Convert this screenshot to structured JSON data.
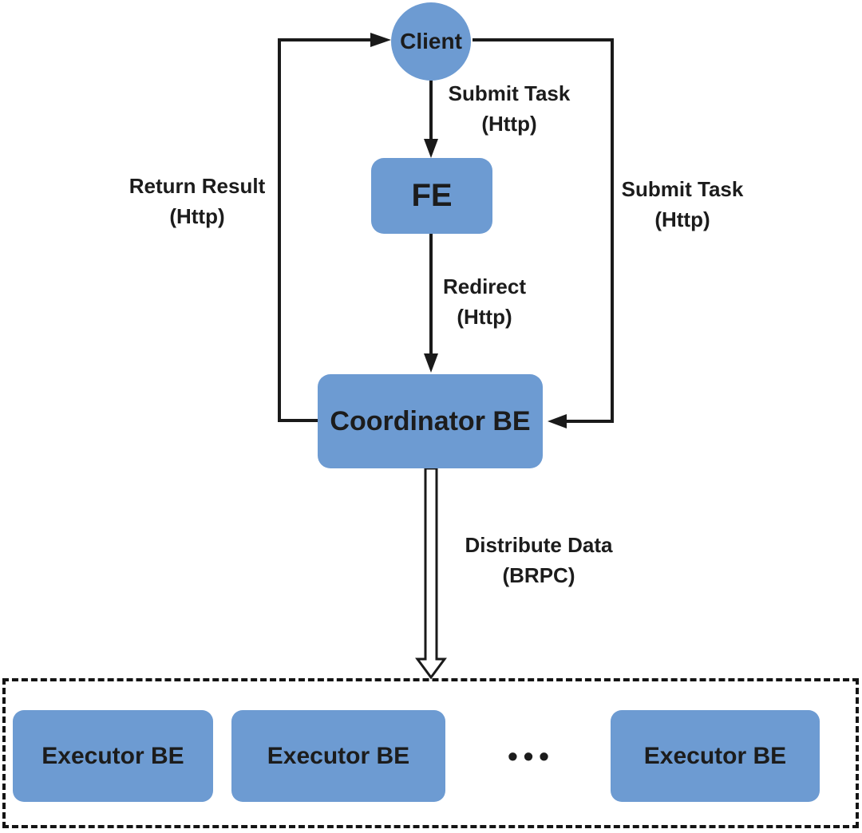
{
  "diagram": {
    "nodes": {
      "client": "Client",
      "fe": "FE",
      "coordinator": "Coordinator BE",
      "executors": [
        "Executor BE",
        "Executor BE",
        "Executor BE"
      ],
      "ellipsis": "•••"
    },
    "labels": {
      "submit_task_top": {
        "line1": "Submit Task",
        "line2": "(Http)"
      },
      "redirect": {
        "line1": "Redirect",
        "line2": "(Http)"
      },
      "return_result": {
        "line1": "Return Result",
        "line2": "(Http)"
      },
      "submit_task_right": {
        "line1": "Submit Task",
        "line2": "(Http)"
      },
      "distribute_data": {
        "line1": "Distribute Data",
        "line2": "(BRPC)"
      }
    },
    "colors": {
      "node_fill": "#6D9BD2",
      "line": "#1a1a1a",
      "text": "#1c1c1c",
      "background": "#ffffff"
    }
  }
}
